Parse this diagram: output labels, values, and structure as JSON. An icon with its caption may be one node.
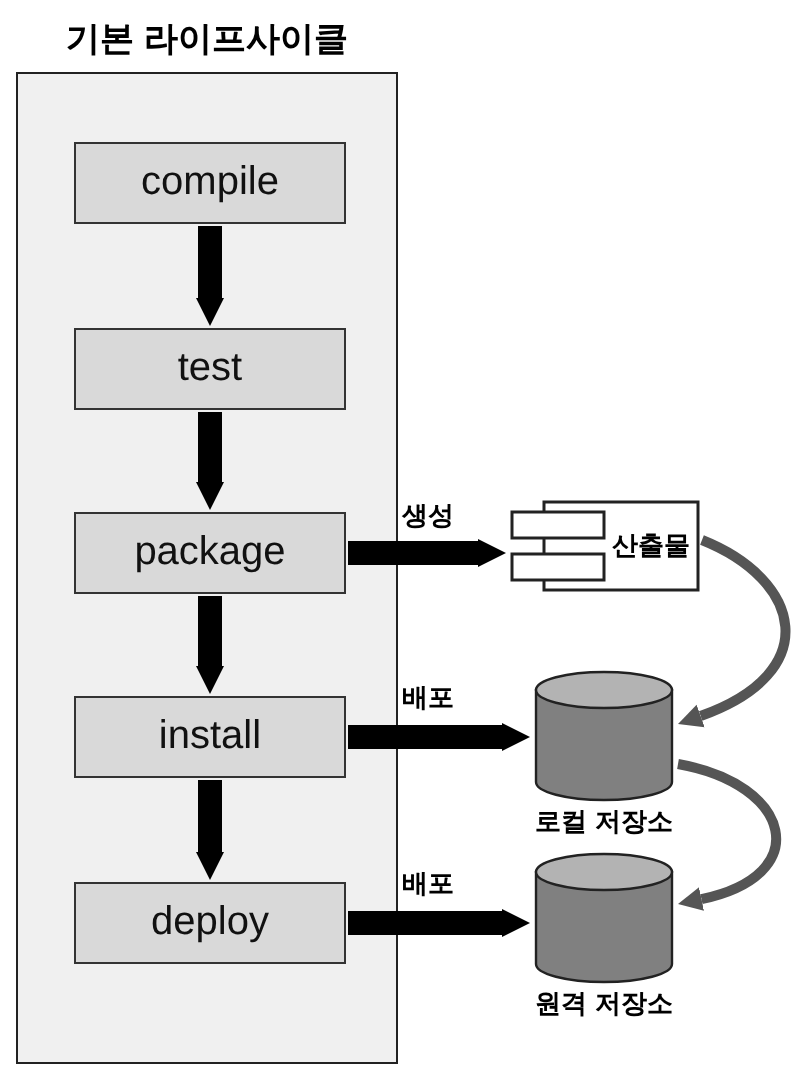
{
  "diagram": {
    "nodes": [
      {
        "text": [
          "기본 라이프사이클"
        ]
      },
      {
        "text": [
          "compile"
        ],
        "in": 0
      },
      {
        "text": [
          "test"
        ],
        "in": 0
      },
      {
        "text": [
          "package"
        ],
        "in": 0
      },
      {
        "text": [
          "install"
        ],
        "in": 0
      },
      {
        "text": [
          "deploy"
        ],
        "in": 0
      },
      {
        "text": [
          "산출물"
        ]
      },
      {
        "text": [
          "로컬 저장소"
        ]
      },
      {
        "text": [
          "원격 저장소"
        ]
      }
    ],
    "edges": [
      {
        "from": 1,
        "to": 2,
        "arrow": "to"
      },
      {
        "from": 2,
        "to": 3,
        "arrow": "to"
      },
      {
        "from": 3,
        "to": 4,
        "arrow": "to"
      },
      {
        "from": 4,
        "to": 5,
        "arrow": "to"
      },
      {
        "from": 3,
        "to": 6,
        "arrow": "to",
        "label": "생성"
      },
      {
        "from": 4,
        "to": 7,
        "arrow": "to",
        "label": "배포"
      },
      {
        "from": 5,
        "to": 8,
        "arrow": "to",
        "label": "배포"
      },
      {
        "from": 6,
        "to": 7,
        "arrow": "to",
        "color": "#555555"
      },
      {
        "from": 7,
        "to": 8,
        "arrow": "to",
        "color": "#555555"
      }
    ]
  }
}
